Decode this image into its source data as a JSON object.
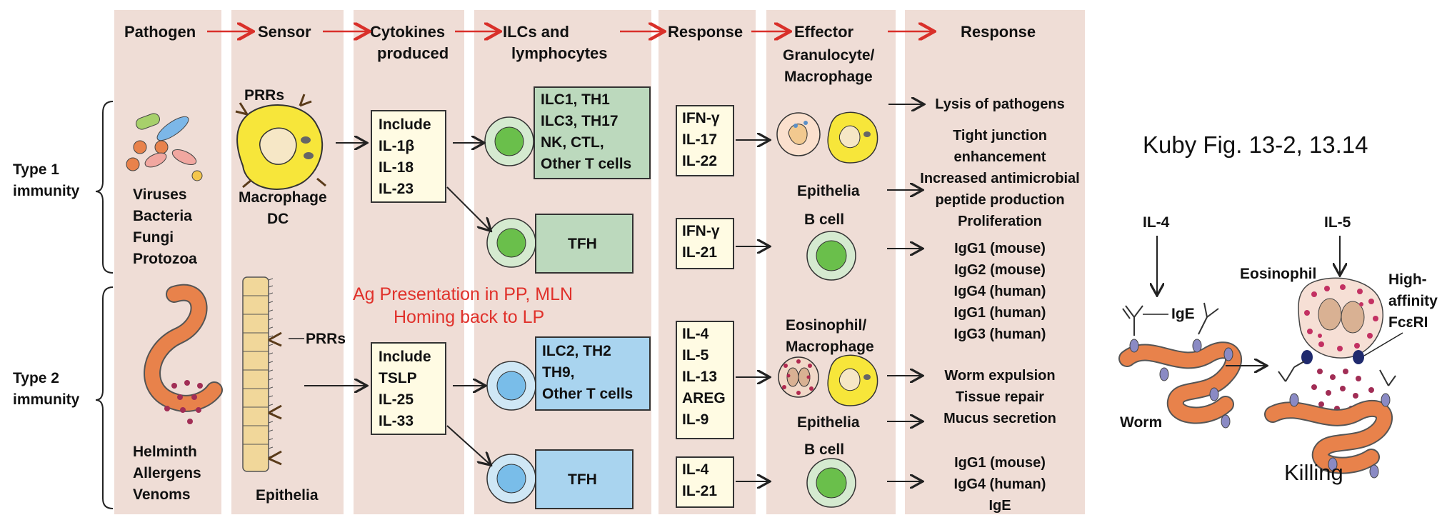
{
  "headers": [
    "Pathogen",
    "Sensor",
    "Cytokines produced",
    "ILCs and lymphocytes",
    "Response",
    "Effector",
    "Response"
  ],
  "header_lines": {
    "cytokines": [
      "Cytokines",
      "produced"
    ],
    "ilcs": [
      "ILCs and",
      "lymphocytes"
    ]
  },
  "rows": {
    "type1": [
      "Type 1",
      "immunity"
    ],
    "type2": [
      "Type 2",
      "immunity"
    ]
  },
  "pathogens": {
    "type1": [
      "Viruses",
      "Bacteria",
      "Fungi",
      "Protozoa"
    ],
    "type2": [
      "Helminth",
      "Allergens",
      "Venoms"
    ]
  },
  "sensors": {
    "prrs": "PRRs",
    "type1": [
      "Macrophage",
      "DC"
    ],
    "type2": "Epithelia"
  },
  "cytokines": {
    "type1": [
      "Include",
      "IL-1β",
      "IL-18",
      "IL-23"
    ],
    "type2": [
      "Include",
      "TSLP",
      "IL-25",
      "IL-33"
    ]
  },
  "ilcs": {
    "type1": [
      "ILC1, TH1",
      "ILC3, TH17",
      "NK, CTL,",
      "Other T cells"
    ],
    "type1_tfh": "TFH",
    "type2": [
      "ILC2, TH2",
      "TH9,",
      "Other T cells"
    ],
    "type2_tfh": "TFH"
  },
  "responses": {
    "type1_a": [
      "IFN-γ",
      "IL-17",
      "IL-22"
    ],
    "type1_b": [
      "IFN-γ",
      "IL-21"
    ],
    "type2_a": [
      "IL-4",
      "IL-5",
      "IL-13",
      "AREG",
      "IL-9"
    ],
    "type2_b": [
      "IL-4",
      "IL-21"
    ]
  },
  "effectors": {
    "type1_top": [
      "Granulocyte/",
      "Macrophage"
    ],
    "type1_epi": "Epithelia",
    "type1_b": "B cell",
    "type2_top": [
      "Eosinophil/",
      "Macrophage"
    ],
    "type2_epi": "Epithelia",
    "type2_b": "B cell"
  },
  "final_responses": {
    "type1": [
      "Lysis of pathogens",
      "Tight junction",
      "enhancement",
      "Increased antimicrobial",
      "peptide production",
      "Proliferation",
      "IgG1 (mouse)",
      "IgG2 (mouse)",
      "IgG4 (human)",
      "IgG1 (human)",
      "IgG3 (human)"
    ],
    "type2": [
      "Worm expulsion",
      "Tissue repair",
      "Mucus secretion",
      "IgG1 (mouse)",
      "IgG4 (human)",
      "IgE"
    ]
  },
  "annotation": [
    "Ag Presentation in PP, MLN",
    "Homing back to LP"
  ],
  "citation": "Kuby Fig. 13-2, 13.14",
  "side_figure": {
    "il4": "IL-4",
    "il5": "IL-5",
    "ige": "IgE",
    "worm": "Worm",
    "eosinophil": "Eosinophil",
    "receptor": [
      "High-",
      "affinity",
      "FcεRI"
    ],
    "killing": "Killing"
  },
  "colors": {
    "column_bg": "#efddd6",
    "green_box": "#bcd9bd",
    "blue_box": "#a9d4ef",
    "cream_box": "#fffbe3",
    "red": "#e0312b",
    "worm": "#e8824b",
    "macrophage": "#f7e63a"
  },
  "icons": [
    "microbe-icon",
    "macrophage-icon",
    "lymphocyte-icon",
    "worm-icon",
    "epithelium-icon",
    "eosinophil-icon",
    "antibody-icon"
  ]
}
